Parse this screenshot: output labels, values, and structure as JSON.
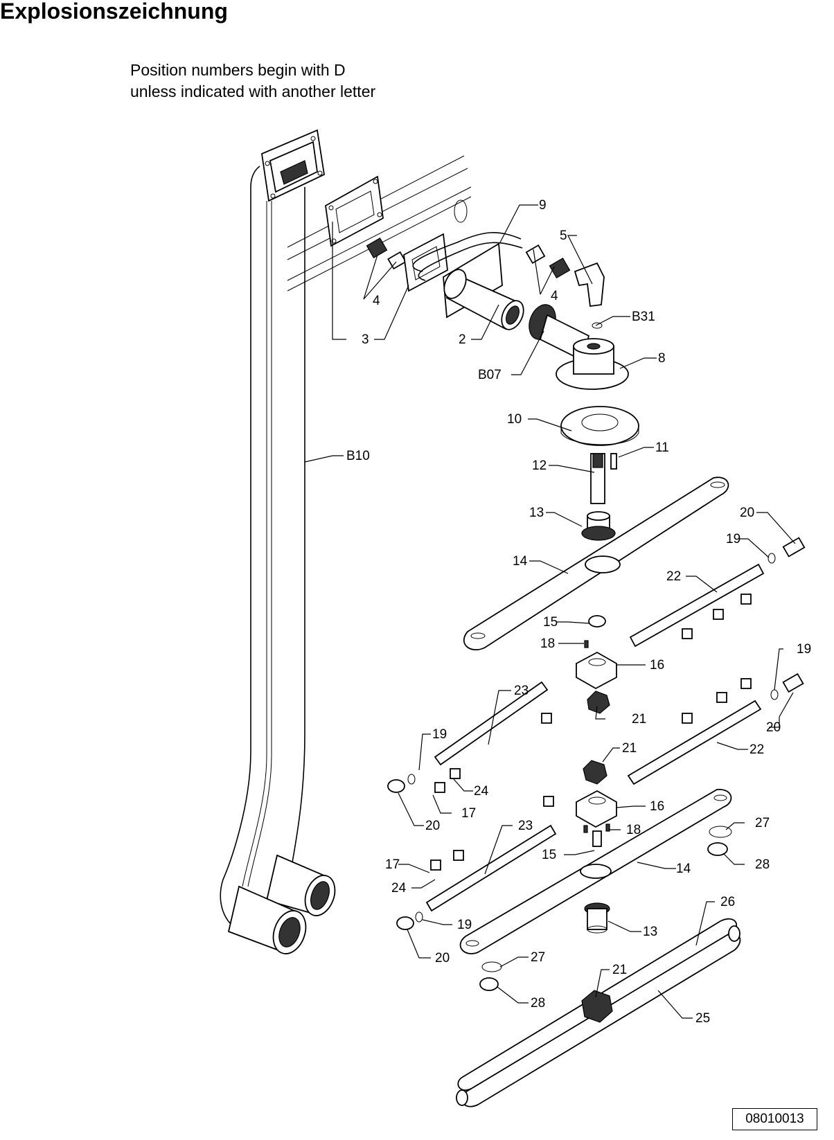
{
  "title": "Explosionszeichnung",
  "note": {
    "line1": "Position numbers begin with D",
    "line2": "unless indicated with another letter"
  },
  "document_number": "08010013",
  "callouts": {
    "c9": "9",
    "c5": "5",
    "c4a": "4",
    "c4b": "4",
    "c3": "3",
    "c2": "2",
    "cB31": "B31",
    "cB07": "B07",
    "c8": "8",
    "c10": "10",
    "cB10": "B10",
    "c11": "11",
    "c12": "12",
    "c13a": "13",
    "c20a": "20",
    "c19a": "19",
    "c14a": "14",
    "c22a": "22",
    "c15a": "15",
    "c18a": "18",
    "c16a": "16",
    "c19b": "19",
    "c23a": "23",
    "c21a": "21",
    "c20b": "20",
    "c19c": "19",
    "c22b": "22",
    "c24a": "24",
    "c21b": "21",
    "c17a": "17",
    "c20c": "20",
    "c16b": "16",
    "c23b": "23",
    "c18b": "18",
    "c27a": "27",
    "c17b": "17",
    "c15b": "15",
    "c14b": "14",
    "c28a": "28",
    "c24b": "24",
    "c13b": "13",
    "c19d": "19",
    "c26": "26",
    "c20d": "20",
    "c27b": "27",
    "c21c": "21",
    "c28b": "28",
    "c25": "25"
  }
}
